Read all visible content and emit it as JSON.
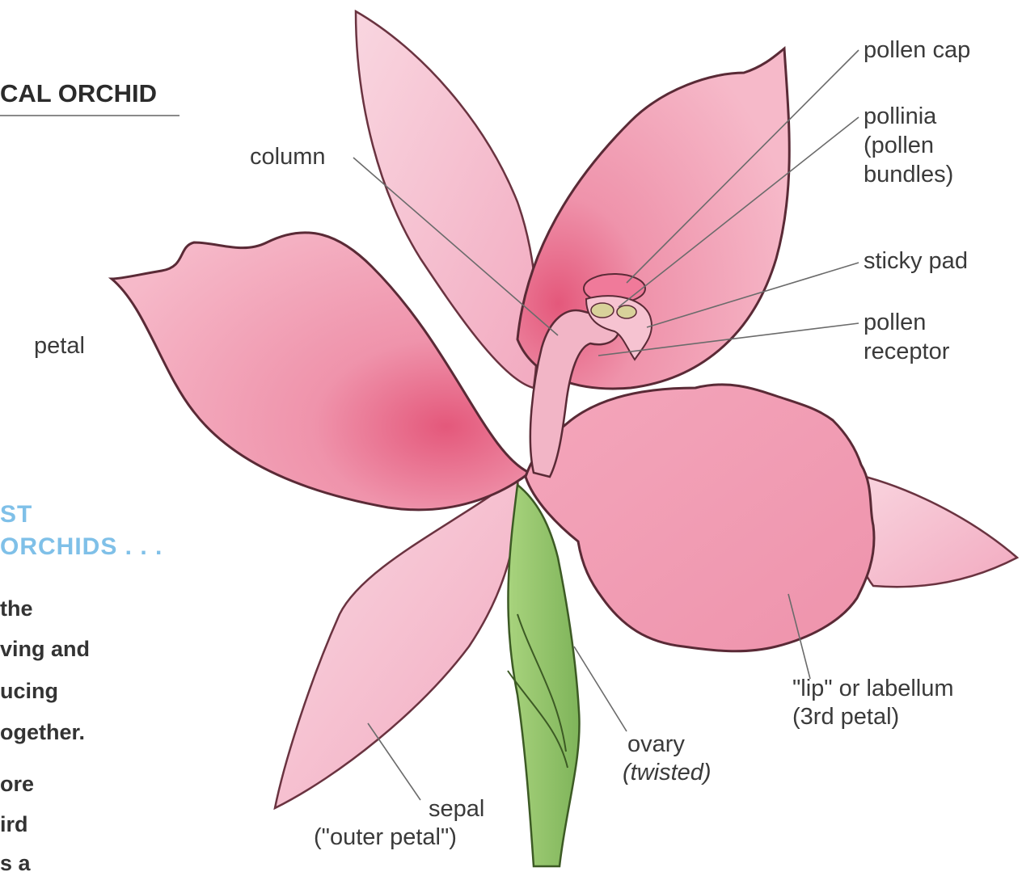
{
  "colors": {
    "petal": "#f2a8bb",
    "petal_light": "#f7c9d6",
    "petal_deep": "#e46a87",
    "outline": "#5a2a36",
    "stem": "#93c46a",
    "leader": "#6b6b6b",
    "accent_text": "#7fc0e8"
  },
  "left_panel": {
    "title": "CAL ORCHID",
    "petal_label": "petal",
    "blue_lines": [
      "ST",
      "ORCHIDS . . ."
    ],
    "body_lines": [
      "the",
      "ving and",
      "ucing",
      "ogether.",
      "ore",
      "ird",
      "s a"
    ]
  },
  "labels": {
    "column": "column",
    "pollen_cap": "pollen cap",
    "pollinia": [
      "pollinia",
      "(pollen",
      "bundles)"
    ],
    "sticky_pad": "sticky pad",
    "pollen_receptor": [
      "pollen",
      "receptor"
    ],
    "lip": [
      "\"lip\" or labellum",
      "(3rd petal)"
    ],
    "ovary": "ovary",
    "ovary_note": "(twisted)",
    "sepal": "sepal",
    "sepal_note": "(\"outer petal\")"
  }
}
